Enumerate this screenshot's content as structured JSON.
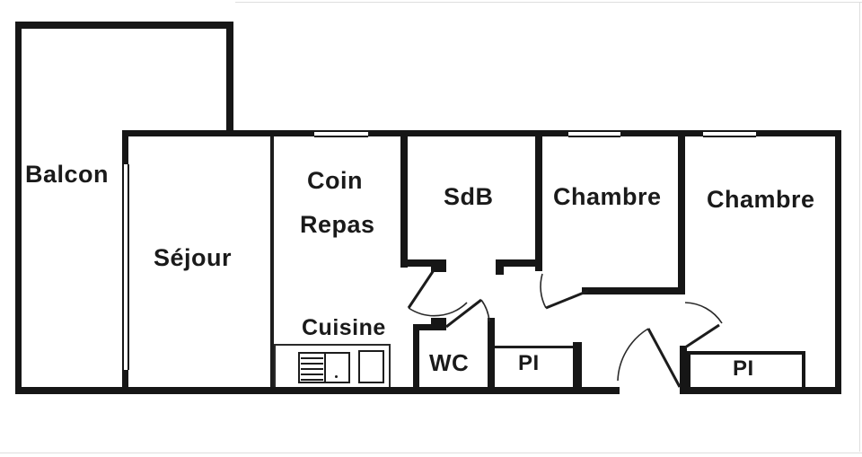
{
  "plan": {
    "kind": "apartment-floor-plan",
    "colors": {
      "wall": "#161616",
      "label": "#1a1a1a",
      "background": "#ffffff"
    },
    "rooms": {
      "balcon": {
        "label": "Balcon"
      },
      "sejour": {
        "label": "Séjour"
      },
      "coin_repas": {
        "line1": "Coin",
        "line2": "Repas"
      },
      "cuisine": {
        "label": "Cuisine"
      },
      "sdb": {
        "label": "SdB"
      },
      "chambre_1": {
        "label": "Chambre"
      },
      "chambre_2": {
        "label": "Chambre"
      },
      "wc": {
        "label": "WC"
      },
      "placard_hall": {
        "label": "PI"
      },
      "placard_chambre_2": {
        "label": "PI"
      }
    }
  }
}
